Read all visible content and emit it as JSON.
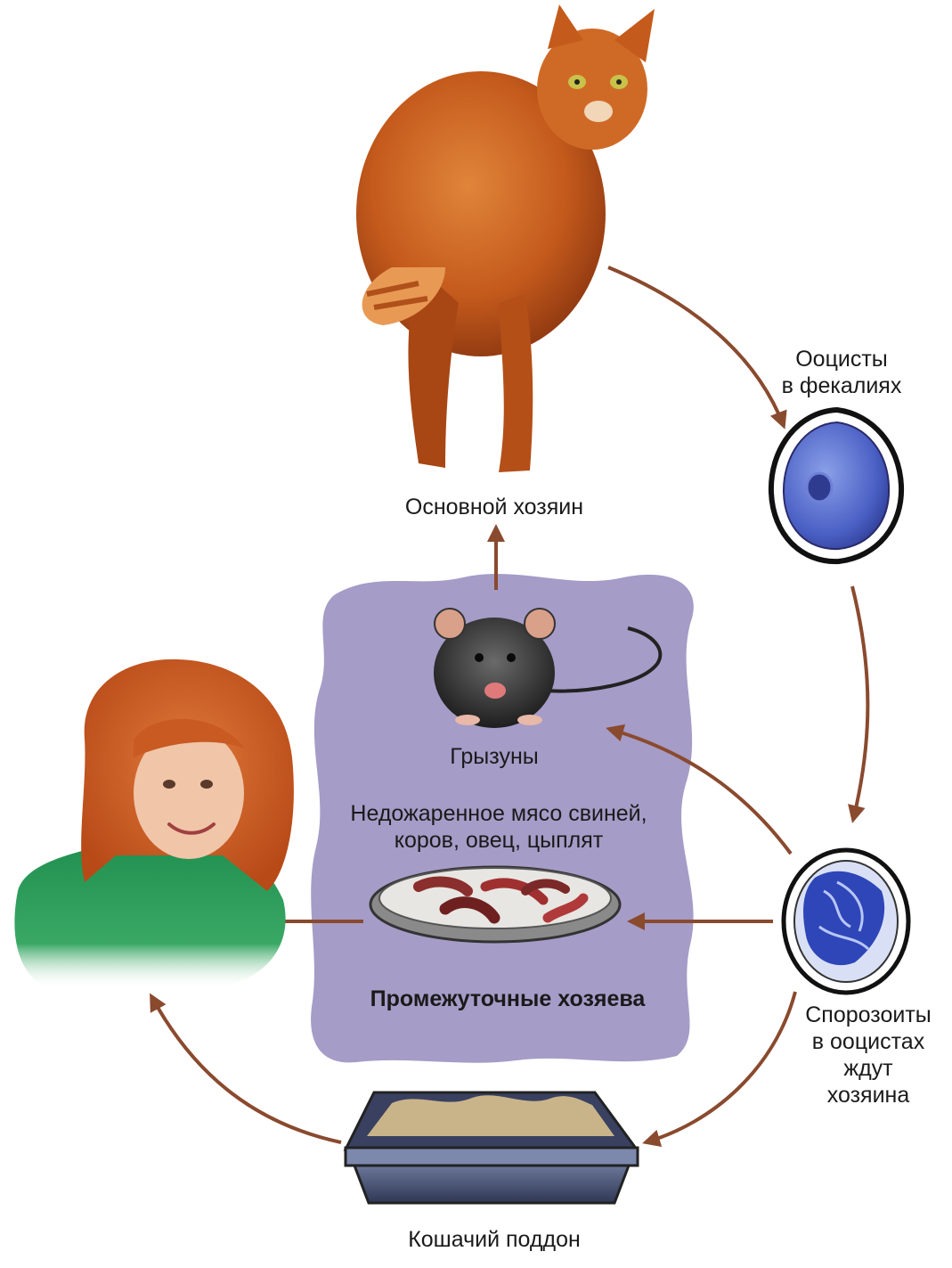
{
  "labels": {
    "definitive_host": "Основной хозяин",
    "oocysts_line1": "Ооцисты",
    "oocysts_line2": "в фекалиях",
    "rodents": "Грызуны",
    "meat_line1": "Недожаренное мясо свиней,",
    "meat_line2": "коров, овец, цыплят",
    "intermediate_hosts": "Промежуточные хозяева",
    "sporozoites_line1": "Спорозоиты",
    "sporozoites_line2": "в ооцистах",
    "sporozoites_line3": "ждут",
    "sporozoites_line4": "хозяина",
    "litter_box": "Кошачий поддон"
  },
  "colors": {
    "arrow": "#8a4a2e",
    "intermediate_zone": "#a59cc7",
    "cat_fur": "#c45a1c",
    "oocyst_fill": "#4a5fc4",
    "girl_shirt": "#1f8f4f",
    "girl_hair": "#d8642a",
    "tray": "#4a5578"
  },
  "icons": [
    "cat-icon",
    "oocyst-icon",
    "rat-icon",
    "meat-dish-icon",
    "sporulated-oocyst-icon",
    "girl-icon",
    "litter-tray-icon"
  ]
}
